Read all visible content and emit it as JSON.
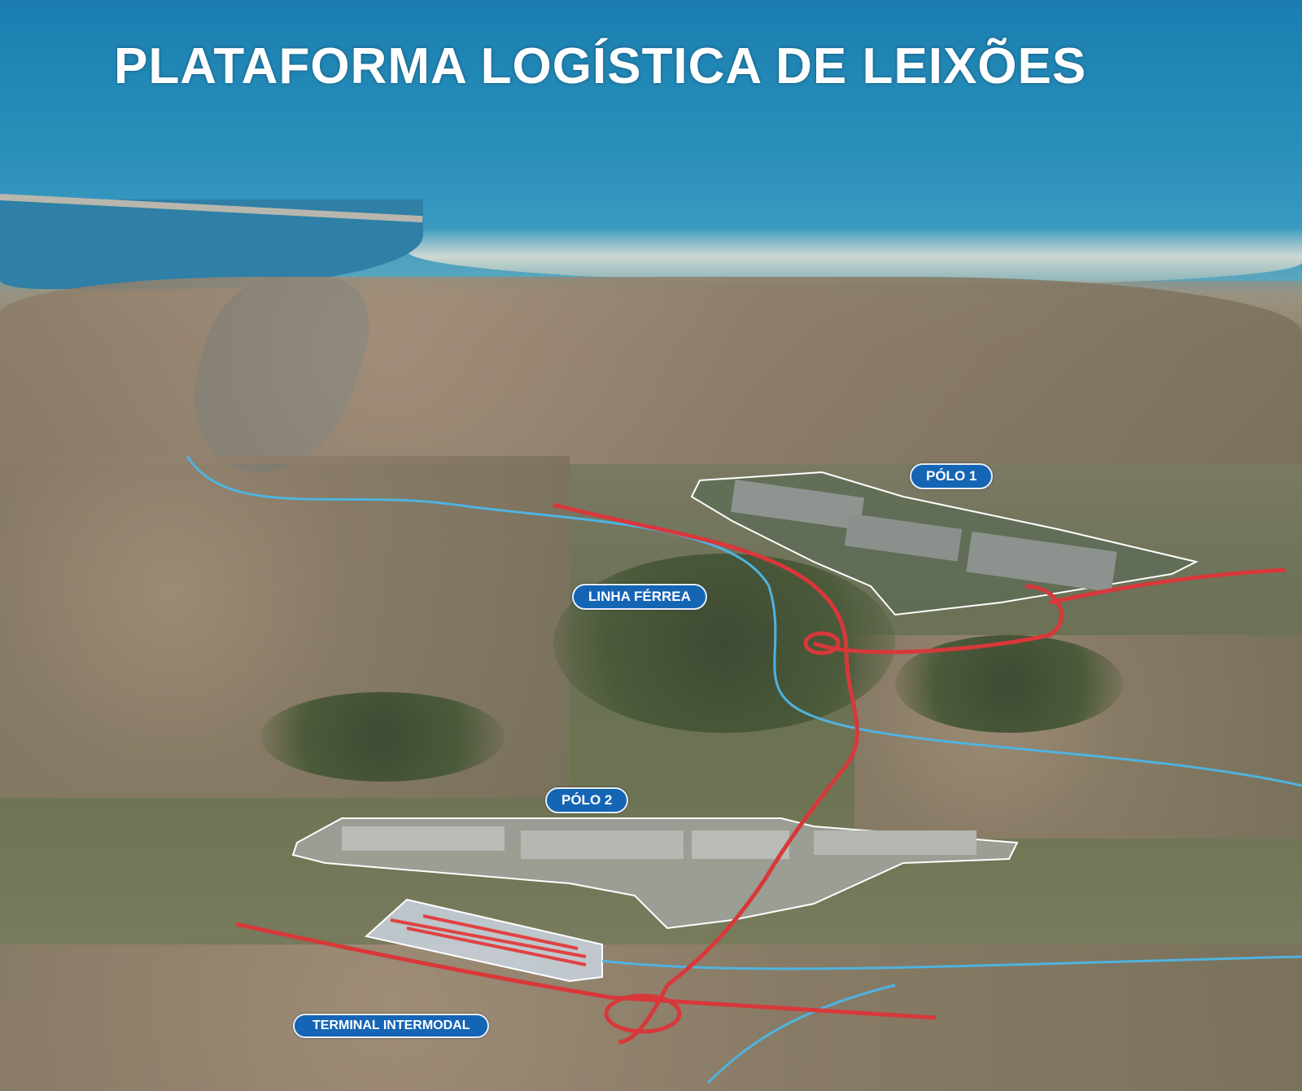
{
  "title": "PLATAFORMA LOGÍSTICA DE LEIXÕES",
  "labels": {
    "polo1": "PÓLO 1",
    "linha_ferrea": "LINHA FÉRREA",
    "polo2": "PÓLO 2",
    "terminal_intermodal": "TERMINAL INTERMODAL"
  },
  "colors": {
    "label_bg": "#1565b5",
    "road": "#d8383a",
    "rail": "#4fb3e0",
    "zone_outline": "#ffffff"
  }
}
